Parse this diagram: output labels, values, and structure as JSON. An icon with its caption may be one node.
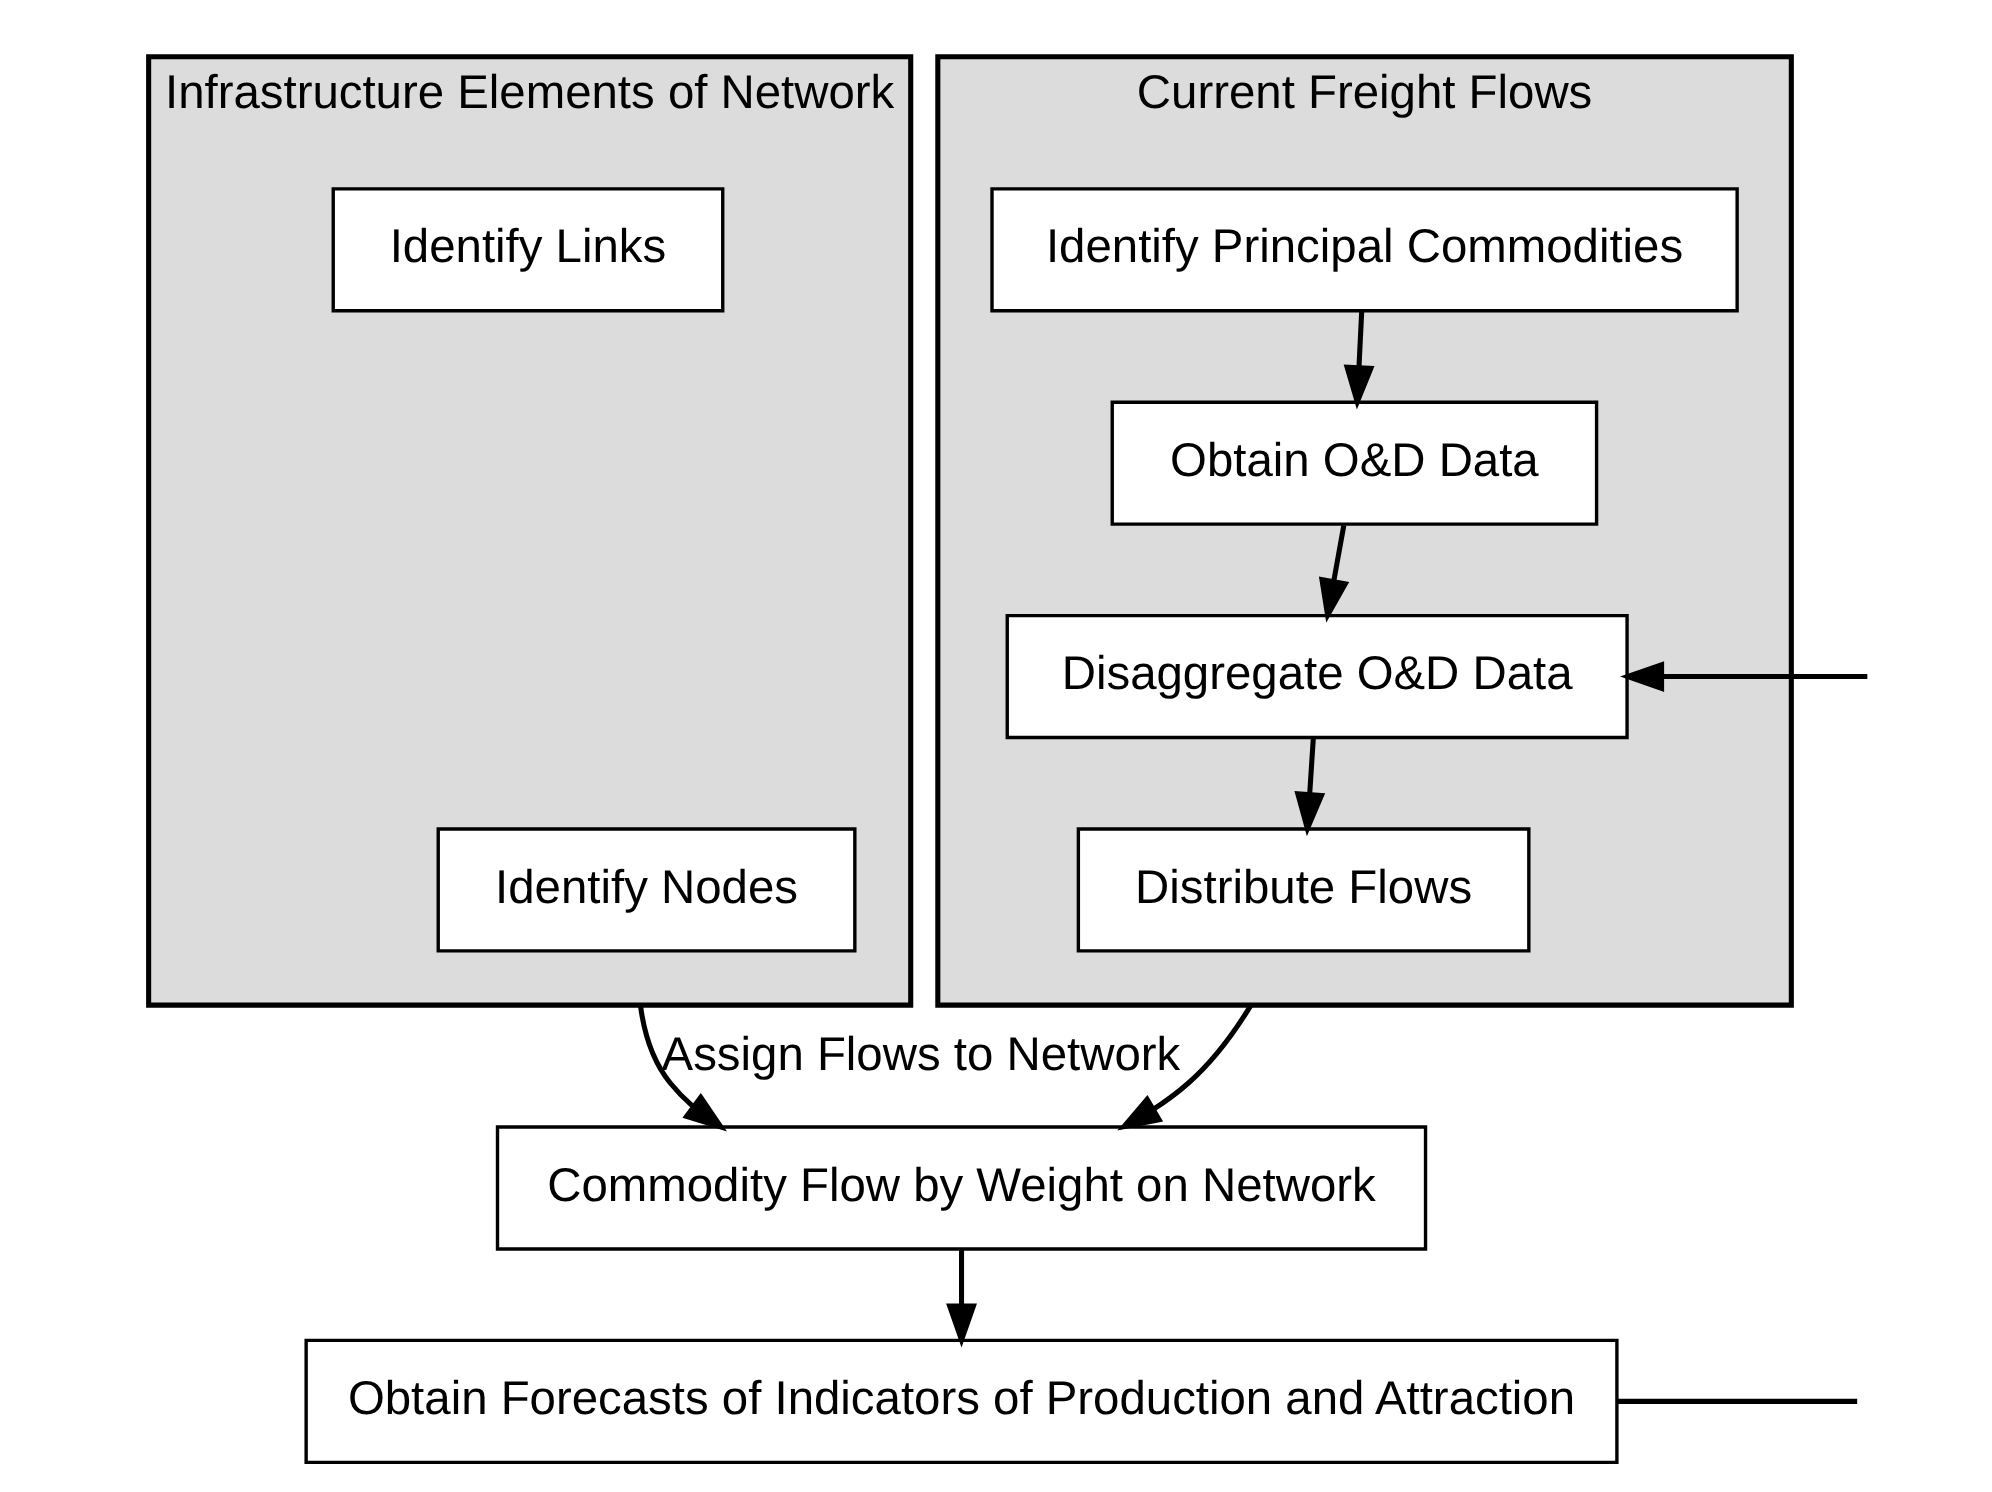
{
  "diagram": {
    "nodes": [
      {
        "text": [
          "Infrastructure Elements of Network"
        ]
      },
      {
        "text": [
          "Identify Links"
        ],
        "in": 0
      },
      {
        "text": [
          "Identify Nodes"
        ],
        "in": 0
      },
      {
        "text": [
          "Current Freight Flows"
        ]
      },
      {
        "text": [
          "Identify Principal Commodities"
        ],
        "in": 3
      },
      {
        "text": [
          "Obtain O&D Data"
        ],
        "in": 3
      },
      {
        "text": [
          "Disaggregate O&D Data"
        ],
        "in": 3
      },
      {
        "text": [
          "Distribute Flows"
        ],
        "in": 3
      },
      {
        "text": [
          "Commodity Flow by Weight on Network"
        ]
      },
      {
        "text": [
          "Obtain Forecasts of Indicators of Production and Attraction"
        ]
      }
    ],
    "edges": [
      {
        "from": 4,
        "to": 5,
        "arrow": "to"
      },
      {
        "from": 5,
        "to": 6,
        "arrow": "to"
      },
      {
        "from": null,
        "to": 6,
        "arrow": "to"
      },
      {
        "from": 6,
        "to": 7,
        "arrow": "to"
      },
      {
        "from": 0,
        "to": 8,
        "arrow": "to",
        "label": "Assign Flows to Network"
      },
      {
        "from": 3,
        "to": 8,
        "arrow": "to"
      },
      {
        "from": 8,
        "to": 9,
        "arrow": "to"
      },
      {
        "from": 9,
        "to": null,
        "arrow": "none"
      }
    ]
  }
}
